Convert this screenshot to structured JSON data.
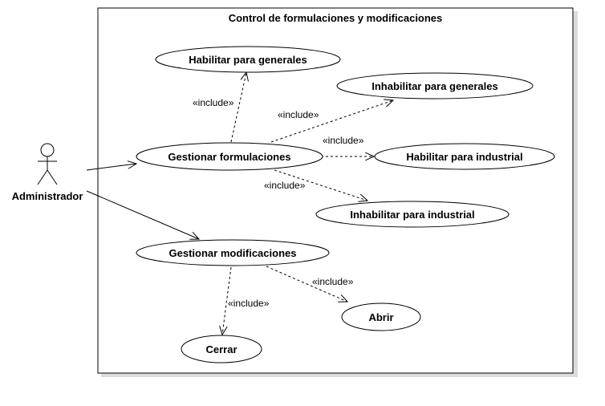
{
  "system": {
    "title": "Control de formulaciones y modificaciones"
  },
  "actor": {
    "name": "Administrador"
  },
  "use_cases": {
    "habilitar_generales": "Habilitar para generales",
    "inhabilitar_generales": "Inhabilitar para generales",
    "gestionar_formulaciones": "Gestionar formulaciones",
    "habilitar_industrial": "Habilitar para industrial",
    "inhabilitar_industrial": "Inhabilitar para industrial",
    "gestionar_modificaciones": "Gestionar modificaciones",
    "abrir": "Abrir",
    "cerrar": "Cerrar"
  },
  "relations": {
    "include_1": "«include»",
    "include_2": "«include»",
    "include_3": "«include»",
    "include_4": "«include»",
    "include_5": "«include»",
    "include_6": "«include»"
  }
}
